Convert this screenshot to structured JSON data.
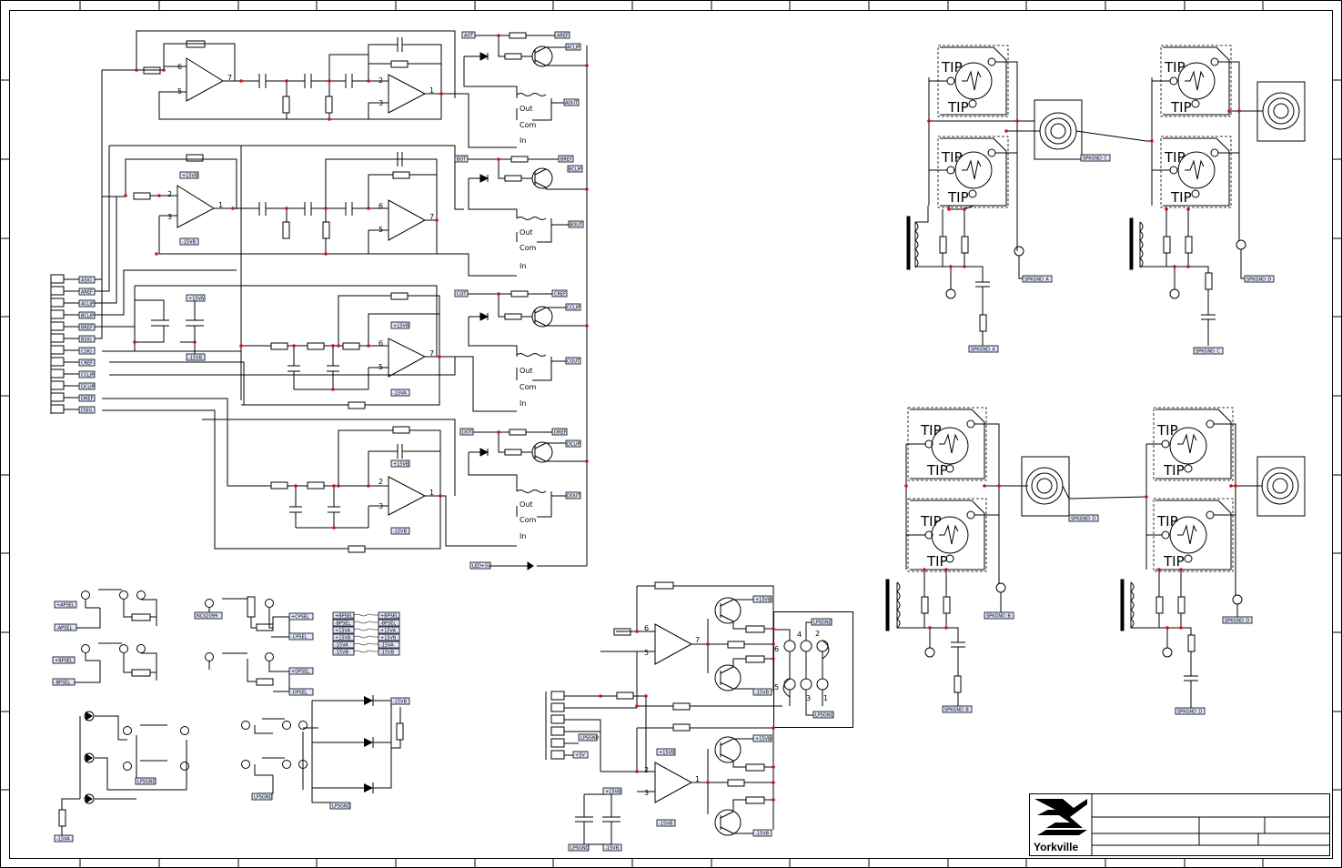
{
  "title_block": {
    "logo_text": "Yorkville"
  },
  "connector_labels": {
    "right_of_opamps": [
      "AOUT",
      "BOUT",
      "COUT",
      "DOUT"
    ],
    "ref_out": [
      "AREF",
      "BREF",
      "CREF",
      "DREF"
    ],
    "clip_out": [
      "ACLIP",
      "BCLIP",
      "CCLIP",
      "DCLIP"
    ],
    "inputs_top": [
      "AOT",
      "BOT",
      "COT",
      "DOT"
    ],
    "left_bus": [
      "ASIG",
      "AREF",
      "ACLIP",
      "BCLIP",
      "BREF",
      "BSIG",
      "CSIG",
      "CREF",
      "CCLIP",
      "DCLIP",
      "DREF",
      "DSIG"
    ],
    "supplies": [
      "+15VA",
      "-15VA",
      "+15VB",
      "-15VB"
    ],
    "led": "LED+5V",
    "opto_text": [
      "Out",
      "Com",
      "In"
    ]
  },
  "speaker_labels": {
    "gnd": [
      "SPKGND_A",
      "SPKGND_B",
      "SPKGND_C",
      "SPKGND_D"
    ],
    "tip": "TIP"
  },
  "selector_labels": {
    "left": [
      "+APSEL",
      "-APSEL",
      "+BPSEL",
      "-BPSEL"
    ],
    "mid": [
      "+CPSEL",
      "-CPSEL",
      "+DPSEL",
      "-DPSEL"
    ],
    "mid_part": "NC02099",
    "bus_table_left": [
      "+BPSEL",
      "-BPSEL",
      "+15VA",
      "+15VB",
      "-15VA",
      "-15VB"
    ],
    "bus_table_right": [
      "+BPSEL",
      "-BPSEL",
      "+15VA",
      "+15VB",
      "-15VA",
      "-15VB"
    ],
    "lpsgnd": "LPSGND"
  },
  "power_labels": {
    "rails": [
      "+15VB",
      "-15VB",
      "+15VB",
      "-15VB"
    ],
    "connector": [
      "LPSGND",
      "+5V"
    ],
    "gnd": "LPSGND",
    "pins": [
      "1",
      "2",
      "3",
      "4",
      "5",
      "6",
      "7"
    ]
  },
  "opamp_pins": [
    "1",
    "2",
    "3",
    "5",
    "6",
    "7"
  ]
}
